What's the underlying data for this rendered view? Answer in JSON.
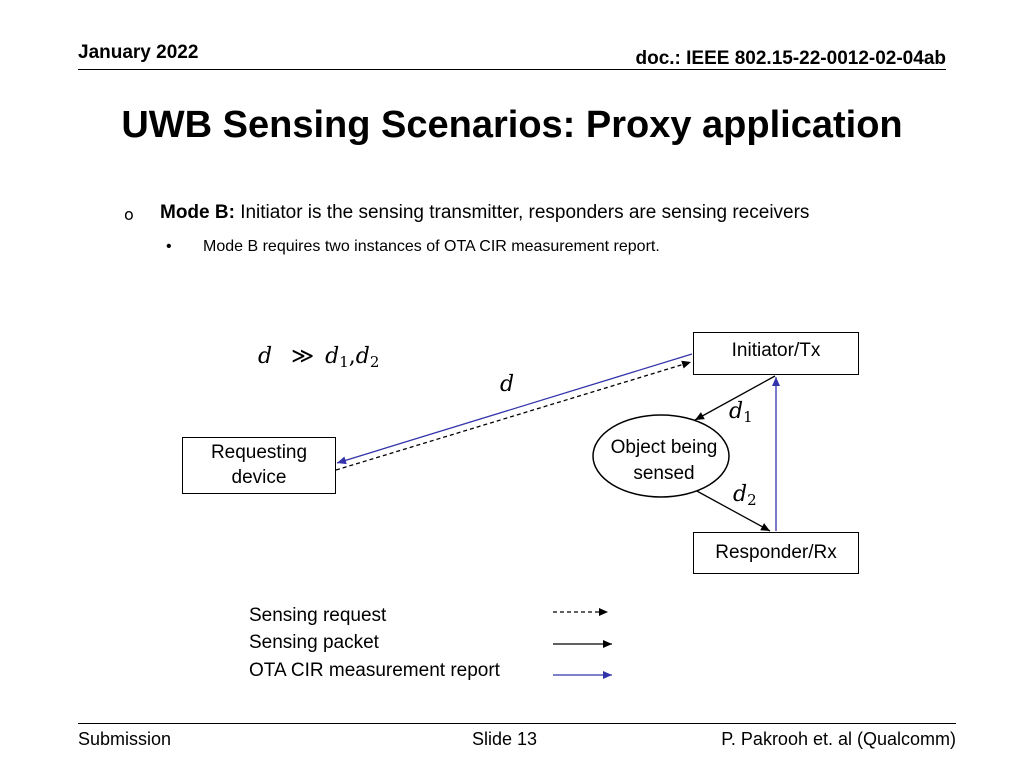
{
  "header": {
    "date": "January 2022",
    "doc": "doc.: IEEE 802.15-22-0012-02-04ab"
  },
  "title": "UWB Sensing Scenarios: Proxy application",
  "bullets": {
    "level1_marker": "o",
    "level1_bold": "Mode B:",
    "level1_text": " Initiator is the sensing transmitter, responders are sensing receivers",
    "level2_marker": "•",
    "level2_text": "Mode B requires two instances of OTA CIR measurement report."
  },
  "diagram": {
    "initiator": "Initiator/Tx",
    "responder": "Responder/Rx",
    "requesting_line1": "Requesting",
    "requesting_line2": "device",
    "object_line1": "Object being",
    "object_line2": "sensed",
    "eq_d": "d",
    "eq_op": "≫",
    "eq_d1": "d",
    "eq_d1_sub": "1",
    "eq_comma": ",",
    "eq_d2": "d",
    "eq_d2_sub": "2",
    "label_d": "d",
    "label_d1": "d",
    "label_d1_sub": "1",
    "label_d2": "d",
    "label_d2_sub": "2",
    "colors": {
      "report": "#3333aa",
      "packet": "#000000",
      "request": "#000000"
    }
  },
  "legend": [
    {
      "label": "Sensing request",
      "style": "dashed"
    },
    {
      "label": "Sensing packet",
      "style": "solid-black"
    },
    {
      "label": "OTA CIR measurement report",
      "style": "solid-blue"
    }
  ],
  "footer": {
    "left": "Submission",
    "center": "Slide 13",
    "right": "P. Pakrooh et. al (Qualcomm)"
  }
}
